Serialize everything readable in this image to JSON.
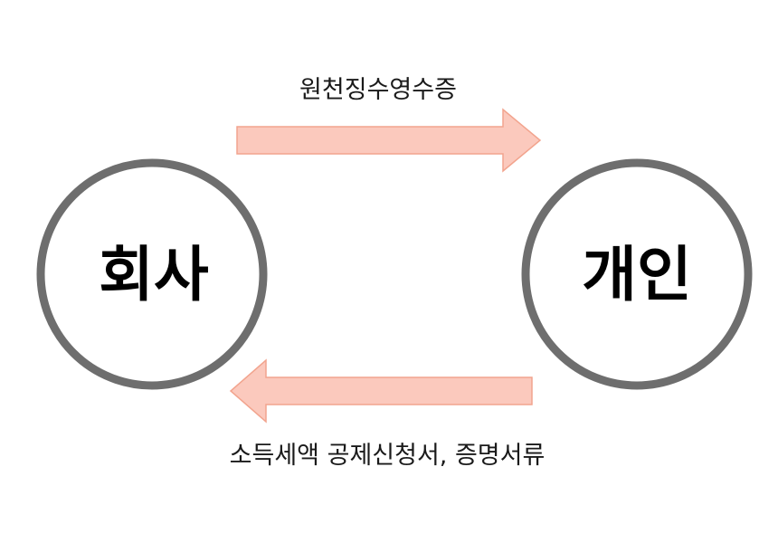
{
  "nodes": {
    "company": {
      "label": "회사"
    },
    "individual": {
      "label": "개인"
    }
  },
  "edges": {
    "to_individual": {
      "label": "원천징수영수증"
    },
    "to_company": {
      "label": "소득세액 공제신청서, 증명서류"
    }
  },
  "colors": {
    "circle_stroke": "#6e6e6e",
    "arrow_fill": "#fbc9bd",
    "arrow_stroke": "#f2a48e"
  }
}
